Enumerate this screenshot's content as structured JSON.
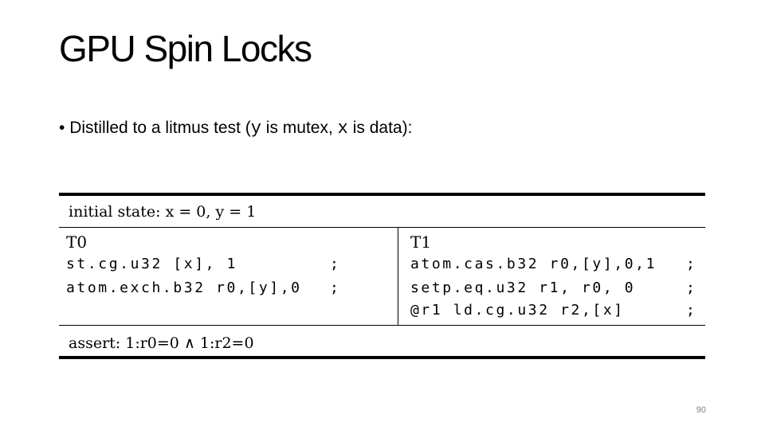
{
  "slide": {
    "title": "GPU Spin Locks",
    "bullet": {
      "marker": "•",
      "text_before": " Distilled to a litmus test (",
      "code_y": "y",
      "text_mid": " is mutex, ",
      "code_x": "x",
      "text_after": " is data):"
    },
    "page_number": "90"
  },
  "litmus_test": {
    "initial_state": "initial state: x = 0, y = 1",
    "threads": [
      {
        "name": "T0",
        "instructions": [
          {
            "code": "st.cg.u32 [x], 1",
            "terminator": ";"
          },
          {
            "code": "atom.exch.b32 r0,[y],0",
            "terminator": ";"
          }
        ]
      },
      {
        "name": "T1",
        "instructions": [
          {
            "code": "atom.cas.b32 r0,[y],0,1",
            "terminator": ";"
          },
          {
            "code": "setp.eq.u32 r1, r0, 0",
            "terminator": ";"
          },
          {
            "code": "@r1 ld.cg.u32 r2,[x]",
            "terminator": ";"
          }
        ]
      }
    ],
    "assertion": "assert: 1:r0=0 ∧ 1:r2=0"
  }
}
